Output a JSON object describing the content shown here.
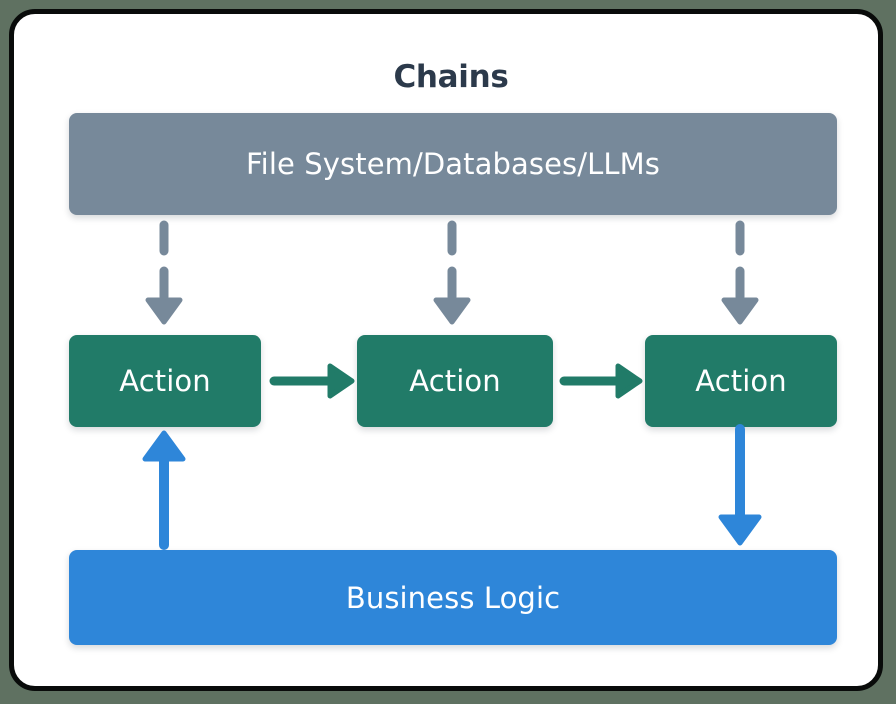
{
  "diagram": {
    "title": "Chains",
    "title_color": "#2c3a4b",
    "background_color": "#ffffff",
    "page_background_color": "#5f7161",
    "nodes": {
      "storage": {
        "label": "File System/Databases/LLMs",
        "color": "#77899a",
        "text_color": "#ffffff"
      },
      "actions": [
        {
          "label": "Action",
          "color": "#217b68",
          "text_color": "#ffffff"
        },
        {
          "label": "Action",
          "color": "#217b68",
          "text_color": "#ffffff"
        },
        {
          "label": "Action",
          "color": "#217b68",
          "text_color": "#ffffff"
        }
      ],
      "business": {
        "label": "Business Logic",
        "color": "#2e86d9",
        "text_color": "#ffffff"
      }
    },
    "connectors": {
      "storage_to_action": {
        "style": "dashed",
        "color": "#77899a",
        "direction": "down",
        "count": 3
      },
      "action_to_action": {
        "style": "solid",
        "color": "#217b68",
        "direction": "right",
        "count": 2
      },
      "action_to_business": {
        "style": "solid",
        "color": "#2e86d9",
        "direction": "down"
      },
      "business_to_action": {
        "style": "solid",
        "color": "#2e86d9",
        "direction": "up"
      }
    }
  }
}
